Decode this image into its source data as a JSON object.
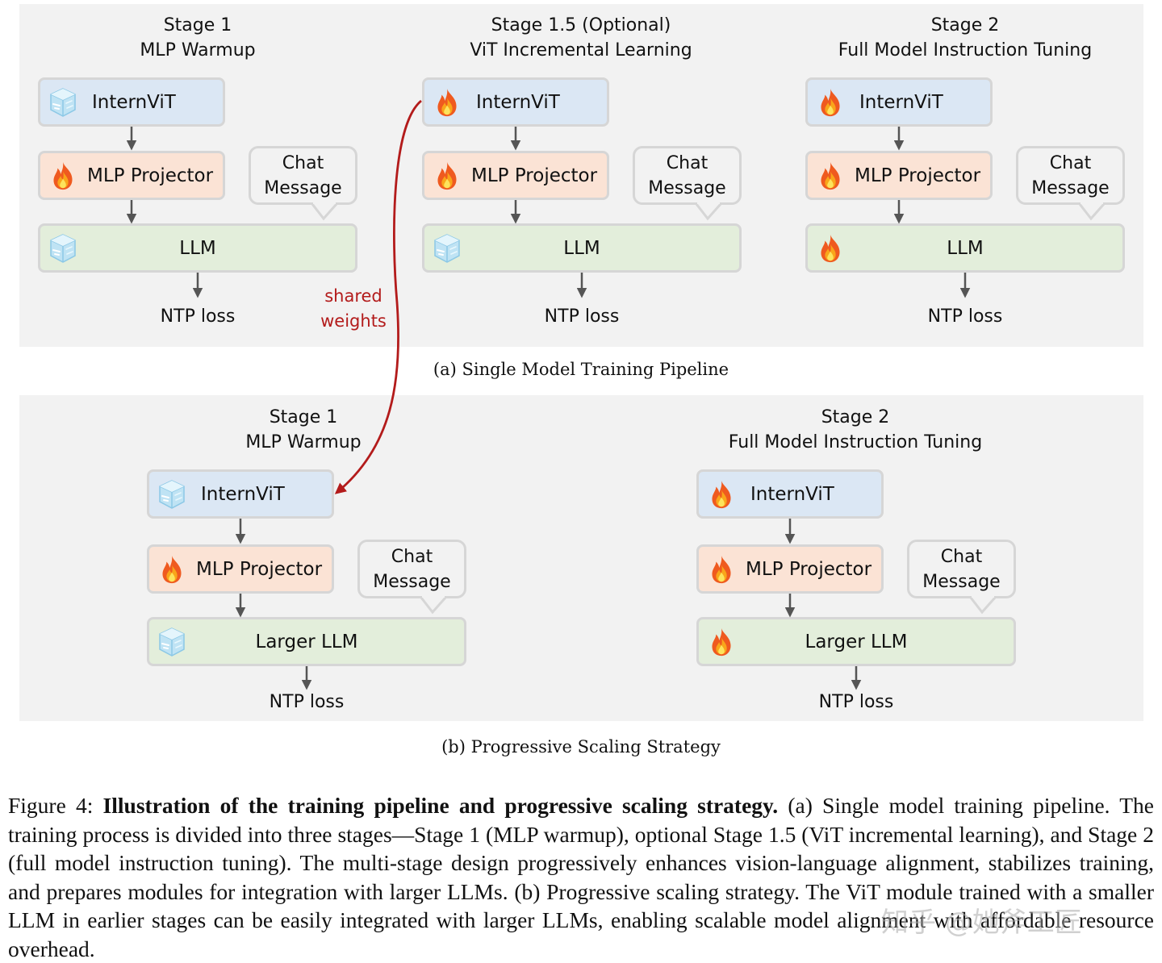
{
  "panel_a": {
    "stages": [
      {
        "title": "Stage 1",
        "subtitle": "MLP Warmup",
        "vit_label": "InternViT",
        "vit_state": "frozen",
        "mlp_label": "MLP Projector",
        "mlp_state": "trainable",
        "llm_label": "LLM",
        "llm_state": "frozen",
        "chat_line1": "Chat",
        "chat_line2": "Message",
        "loss": "NTP loss"
      },
      {
        "title": "Stage 1.5 (Optional)",
        "subtitle": "ViT Incremental Learning",
        "vit_label": "InternViT",
        "vit_state": "trainable",
        "mlp_label": "MLP Projector",
        "mlp_state": "trainable",
        "llm_label": "LLM",
        "llm_state": "frozen",
        "chat_line1": "Chat",
        "chat_line2": "Message",
        "loss": "NTP loss"
      },
      {
        "title": "Stage 2",
        "subtitle": "Full Model Instruction Tuning",
        "vit_label": "InternViT",
        "vit_state": "trainable",
        "mlp_label": "MLP Projector",
        "mlp_state": "trainable",
        "llm_label": "LLM",
        "llm_state": "trainable",
        "chat_line1": "Chat",
        "chat_line2": "Message",
        "loss": "NTP loss"
      }
    ],
    "caption": "(a) Single Model Training Pipeline"
  },
  "shared_weights": {
    "line1": "shared",
    "line2": "weights",
    "color": "#b31b1b"
  },
  "panel_b": {
    "stages": [
      {
        "title": "Stage 1",
        "subtitle": "MLP Warmup",
        "vit_label": "InternViT",
        "vit_state": "frozen",
        "mlp_label": "MLP Projector",
        "mlp_state": "trainable",
        "llm_label": "Larger LLM",
        "llm_state": "frozen",
        "chat_line1": "Chat",
        "chat_line2": "Message",
        "loss": "NTP loss"
      },
      {
        "title": "Stage 2",
        "subtitle": "Full Model Instruction Tuning",
        "vit_label": "InternViT",
        "vit_state": "trainable",
        "mlp_label": "MLP Projector",
        "mlp_state": "trainable",
        "llm_label": "Larger LLM",
        "llm_state": "trainable",
        "chat_line1": "Chat",
        "chat_line2": "Message",
        "loss": "NTP loss"
      }
    ],
    "caption": "(b) Progressive Scaling Strategy"
  },
  "figure_caption": {
    "prefix": "Figure 4: ",
    "bold": "Illustration of the training pipeline and progressive scaling strategy.",
    "body": " (a) Single model training pipeline. The training process is divided into three stages—Stage 1 (MLP warmup), optional Stage 1.5 (ViT incremental learning), and Stage 2 (full model instruction tuning). The multi-stage design progressively enhances vision-language alignment, stabilizes training, and prepares modules for integration with larger LLMs. (b) Progressive scaling strategy. The ViT module trained with a smaller LLM in earlier stages can be easily integrated with larger LLMs, enabling scalable model alignment with affordable resource overhead."
  },
  "watermark": "知乎 @她斧工匠",
  "colors": {
    "panel_bg": "#f2f2f2",
    "vit_box": "#dbe7f4",
    "mlp_box": "#fbe3d5",
    "llm_box": "#e3eedb",
    "arrow": "#555555",
    "shared_arrow": "#b31b1b"
  },
  "icons": {
    "frozen": "ice-cube-icon",
    "trainable": "fire-icon"
  }
}
